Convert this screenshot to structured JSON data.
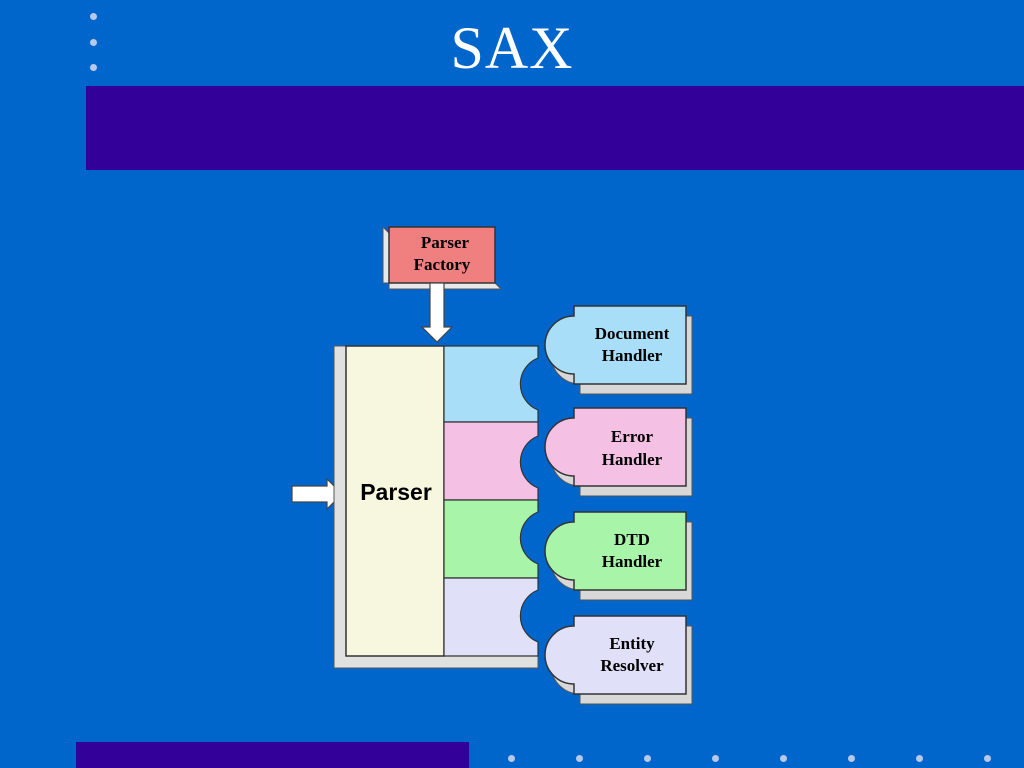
{
  "slide": {
    "title": "SAX",
    "colors": {
      "background": "#0066cc",
      "band": "#330099",
      "parser_factory": "#f08080",
      "parser": "#f7f7e0",
      "document_handler": "#a8def8",
      "error_handler": "#f4c0e4",
      "dtd_handler": "#a8f4a8",
      "entity_resolver": "#e0e0f8"
    }
  },
  "diagram": {
    "parser_factory": {
      "line1": "Parser",
      "line2": "Factory"
    },
    "parser": {
      "label": "Parser"
    },
    "handlers": [
      {
        "line1": "Document",
        "line2": "Handler"
      },
      {
        "line1": "Error",
        "line2": "Handler"
      },
      {
        "line1": "DTD",
        "line2": "Handler"
      },
      {
        "line1": "Entity",
        "line2": "Resolver"
      }
    ]
  }
}
